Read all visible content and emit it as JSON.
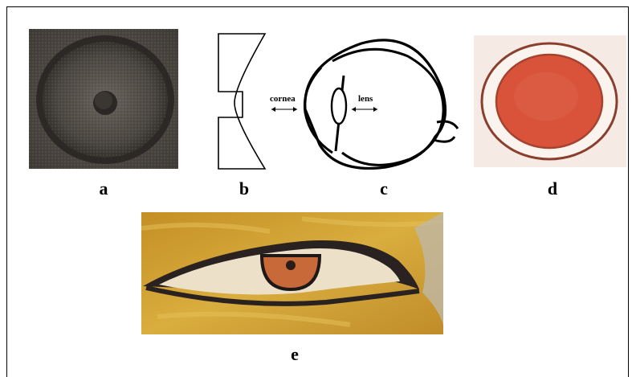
{
  "panels": {
    "a": {
      "label": "a",
      "kind": "photo-stone-bowl"
    },
    "b": {
      "label": "b",
      "kind": "cross-section-drawing"
    },
    "c": {
      "label": "c",
      "kind": "eye-schematic",
      "annotations": {
        "cornea": "cornea",
        "lens": "lens"
      }
    },
    "d": {
      "label": "d",
      "kind": "painted-disc"
    },
    "e": {
      "label": "e",
      "kind": "painted-eye"
    }
  },
  "colors": {
    "stone_dark": "#3d3a36",
    "stone_mid": "#6e6860",
    "disc_red": "#d9533a",
    "disc_ring": "#8a3f2e",
    "disc_bg": "#f6ebe4",
    "ochre": "#c99a2e",
    "ochre_light": "#e0b94a",
    "eye_white": "#e9dcc3",
    "iris_red": "#c86a3a"
  }
}
